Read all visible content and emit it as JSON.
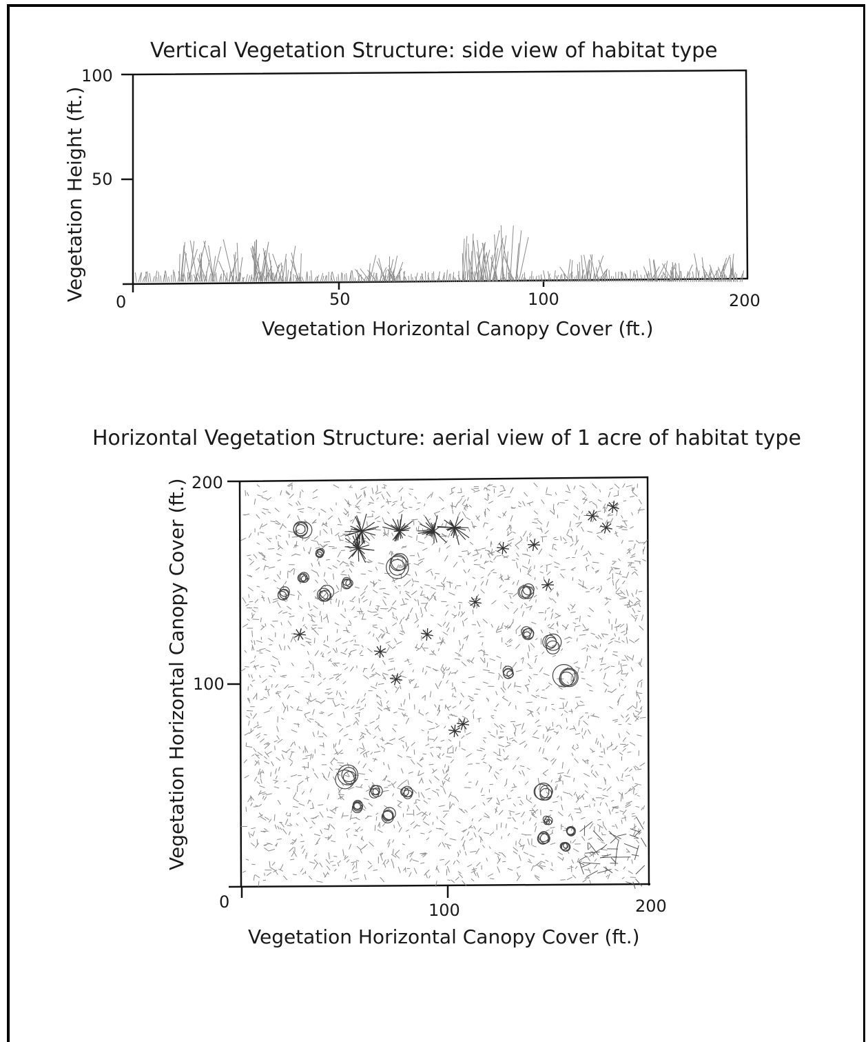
{
  "top_panel": {
    "title": "Vertical Vegetation Structure: side view of habitat type",
    "ylabel": "Vegetation Height (ft.)",
    "xlabel": "Vegetation Horizontal Canopy Cover (ft.)",
    "y_ticks": [
      "100",
      "50"
    ],
    "x_ticks": [
      "0",
      "50",
      "100",
      "200"
    ],
    "x_range": [
      0,
      200
    ],
    "y_range": [
      0,
      100
    ]
  },
  "bottom_panel": {
    "title": "Horizontal Vegetation Structure: aerial view of 1 acre of habitat type",
    "ylabel": "Vegetation Horizontal Canopy Cover (ft.)",
    "xlabel": "Vegetation Horizontal Canopy Cover (ft.)",
    "y_ticks": [
      "200",
      "100"
    ],
    "x_ticks": [
      "0",
      "100",
      "200"
    ],
    "x_range": [
      0,
      200
    ],
    "y_range": [
      0,
      200
    ]
  },
  "colors": {
    "ink": "#1a1a1a",
    "pencil": "#8a8a8a",
    "pencil_dark": "#4a4a4a"
  }
}
